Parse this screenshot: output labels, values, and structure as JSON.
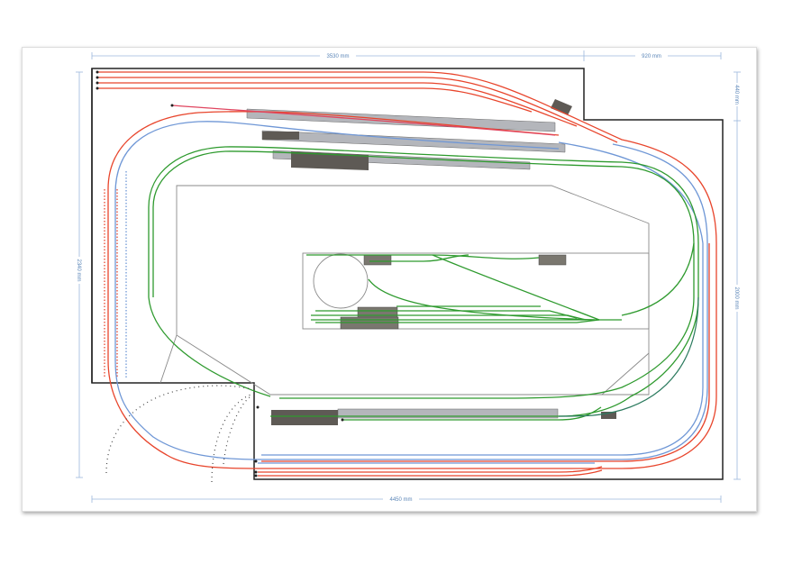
{
  "dimensions": {
    "top_main": "3530 mm",
    "top_right": "920 mm",
    "right_top": "440 mm",
    "right_main": "2000 mm",
    "left": "2340 mm",
    "bottom": "4450 mm"
  },
  "colors": {
    "outer_track": "#e8452c",
    "middle_track": "#6f97d6",
    "inner_track": "#2e9a2e",
    "dim_line": "#8fb0d8",
    "wall": "#222222",
    "platform": "#b4b6bb",
    "building": "#5e5a55"
  }
}
